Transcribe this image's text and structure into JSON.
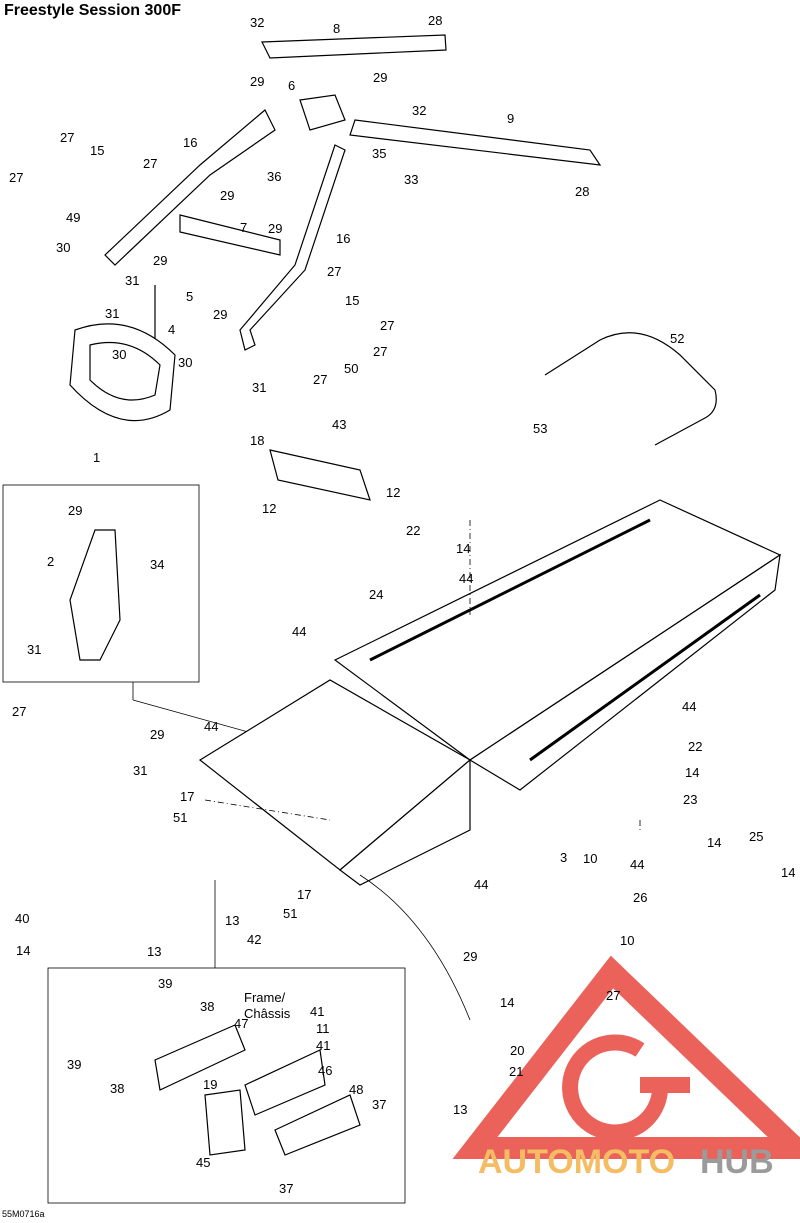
{
  "title": "Freestyle Session 300F",
  "figure_code": "55M0716a",
  "inset_label": "Frame/\nChâssis",
  "watermark": {
    "part1": "AUTOMOTO",
    "part2": "HUB"
  },
  "colors": {
    "watermark_red": "#e8473f",
    "watermark_orange": "#f3b24a",
    "watermark_gray": "#8a8a8a"
  },
  "callouts": [
    {
      "id": "c32a",
      "text": "32"
    },
    {
      "id": "c8",
      "text": "8"
    },
    {
      "id": "c28a",
      "text": "28"
    },
    {
      "id": "c29a",
      "text": "29"
    },
    {
      "id": "c6",
      "text": "6"
    },
    {
      "id": "c29b",
      "text": "29"
    },
    {
      "id": "c32b",
      "text": "32"
    },
    {
      "id": "c9",
      "text": "9"
    },
    {
      "id": "c27a",
      "text": "27"
    },
    {
      "id": "c15a",
      "text": "15"
    },
    {
      "id": "c16a",
      "text": "16"
    },
    {
      "id": "c27b",
      "text": "27"
    },
    {
      "id": "c27c",
      "text": "27"
    },
    {
      "id": "c36",
      "text": "36"
    },
    {
      "id": "c35",
      "text": "35"
    },
    {
      "id": "c33",
      "text": "33"
    },
    {
      "id": "c28b",
      "text": "28"
    },
    {
      "id": "c29c",
      "text": "29"
    },
    {
      "id": "c49",
      "text": "49"
    },
    {
      "id": "c7",
      "text": "7"
    },
    {
      "id": "c29d",
      "text": "29"
    },
    {
      "id": "c16b",
      "text": "16"
    },
    {
      "id": "c30a",
      "text": "30"
    },
    {
      "id": "c29e",
      "text": "29"
    },
    {
      "id": "c27d",
      "text": "27"
    },
    {
      "id": "c31a",
      "text": "31"
    },
    {
      "id": "c31b",
      "text": "31"
    },
    {
      "id": "c5",
      "text": "5"
    },
    {
      "id": "c29f",
      "text": "29"
    },
    {
      "id": "c15b",
      "text": "15"
    },
    {
      "id": "c27e",
      "text": "27"
    },
    {
      "id": "c4",
      "text": "4"
    },
    {
      "id": "c27f",
      "text": "27"
    },
    {
      "id": "c30b",
      "text": "30"
    },
    {
      "id": "c30c",
      "text": "30"
    },
    {
      "id": "c50",
      "text": "50"
    },
    {
      "id": "c27g",
      "text": "27"
    },
    {
      "id": "c31c",
      "text": "31"
    },
    {
      "id": "c52",
      "text": "52"
    },
    {
      "id": "c53",
      "text": "53"
    },
    {
      "id": "c1",
      "text": "1"
    },
    {
      "id": "c43",
      "text": "43"
    },
    {
      "id": "c18",
      "text": "18"
    },
    {
      "id": "c12a",
      "text": "12"
    },
    {
      "id": "c12b",
      "text": "12"
    },
    {
      "id": "c29g",
      "text": "29"
    },
    {
      "id": "c34",
      "text": "34"
    },
    {
      "id": "c22a",
      "text": "22"
    },
    {
      "id": "c14a",
      "text": "14"
    },
    {
      "id": "c2",
      "text": "2"
    },
    {
      "id": "c44a",
      "text": "44"
    },
    {
      "id": "c24",
      "text": "24"
    },
    {
      "id": "c44b",
      "text": "44"
    },
    {
      "id": "c31d",
      "text": "31"
    },
    {
      "id": "c27h",
      "text": "27"
    },
    {
      "id": "c29h",
      "text": "29"
    },
    {
      "id": "c44c",
      "text": "44"
    },
    {
      "id": "c44d",
      "text": "44"
    },
    {
      "id": "c22b",
      "text": "22"
    },
    {
      "id": "c14b",
      "text": "14"
    },
    {
      "id": "c31e",
      "text": "31"
    },
    {
      "id": "c17a",
      "text": "17"
    },
    {
      "id": "c23",
      "text": "23"
    },
    {
      "id": "c51a",
      "text": "51"
    },
    {
      "id": "c3",
      "text": "3"
    },
    {
      "id": "c10a",
      "text": "10"
    },
    {
      "id": "c44e",
      "text": "44"
    },
    {
      "id": "c14c",
      "text": "14"
    },
    {
      "id": "c25",
      "text": "25"
    },
    {
      "id": "c14d",
      "text": "14"
    },
    {
      "id": "c44f",
      "text": "44"
    },
    {
      "id": "c17b",
      "text": "17"
    },
    {
      "id": "c40",
      "text": "40"
    },
    {
      "id": "c13a",
      "text": "13"
    },
    {
      "id": "c51b",
      "text": "51"
    },
    {
      "id": "c26",
      "text": "26"
    },
    {
      "id": "c14e",
      "text": "14"
    },
    {
      "id": "c13b",
      "text": "13"
    },
    {
      "id": "c42",
      "text": "42"
    },
    {
      "id": "c10b",
      "text": "10"
    },
    {
      "id": "c29i",
      "text": "29"
    },
    {
      "id": "c27i",
      "text": "27"
    },
    {
      "id": "c39a",
      "text": "39"
    },
    {
      "id": "c38a",
      "text": "38"
    },
    {
      "id": "c47",
      "text": "47"
    },
    {
      "id": "c41a",
      "text": "41"
    },
    {
      "id": "c11",
      "text": "11"
    },
    {
      "id": "c41b",
      "text": "41"
    },
    {
      "id": "c14f",
      "text": "14"
    },
    {
      "id": "c20",
      "text": "20"
    },
    {
      "id": "c39b",
      "text": "39"
    },
    {
      "id": "c38b",
      "text": "38"
    },
    {
      "id": "c46",
      "text": "46"
    },
    {
      "id": "c21",
      "text": "21"
    },
    {
      "id": "c19",
      "text": "19"
    },
    {
      "id": "c48",
      "text": "48"
    },
    {
      "id": "c37a",
      "text": "37"
    },
    {
      "id": "c13c",
      "text": "13"
    },
    {
      "id": "c45",
      "text": "45"
    },
    {
      "id": "c37b",
      "text": "37"
    }
  ]
}
